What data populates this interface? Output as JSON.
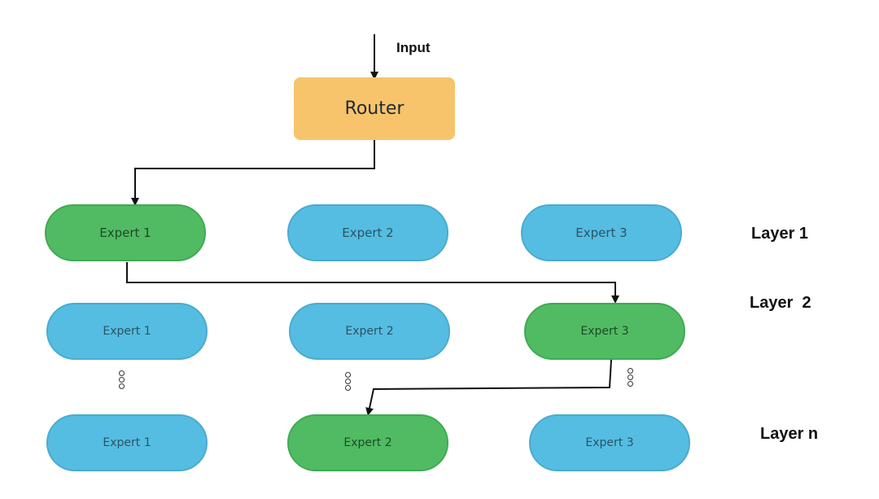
{
  "input_label": "Input",
  "router": {
    "label": "Router",
    "color": "#f7c46c"
  },
  "colors": {
    "active": "#51bb63",
    "inactive": "#55bde2"
  },
  "layers": [
    {
      "label": "Layer 1",
      "experts": [
        {
          "label": "Expert 1",
          "active": true
        },
        {
          "label": "Expert 2",
          "active": false
        },
        {
          "label": "Expert 3",
          "active": false
        }
      ]
    },
    {
      "label": "Layer  2",
      "experts": [
        {
          "label": "Expert 1",
          "active": false
        },
        {
          "label": "Expert 2",
          "active": false
        },
        {
          "label": "Expert 3",
          "active": true
        }
      ]
    },
    {
      "label": "Layer n",
      "experts": [
        {
          "label": "Expert 1",
          "active": false
        },
        {
          "label": "Expert 2",
          "active": true
        },
        {
          "label": "Expert 3",
          "active": false
        }
      ]
    }
  ]
}
